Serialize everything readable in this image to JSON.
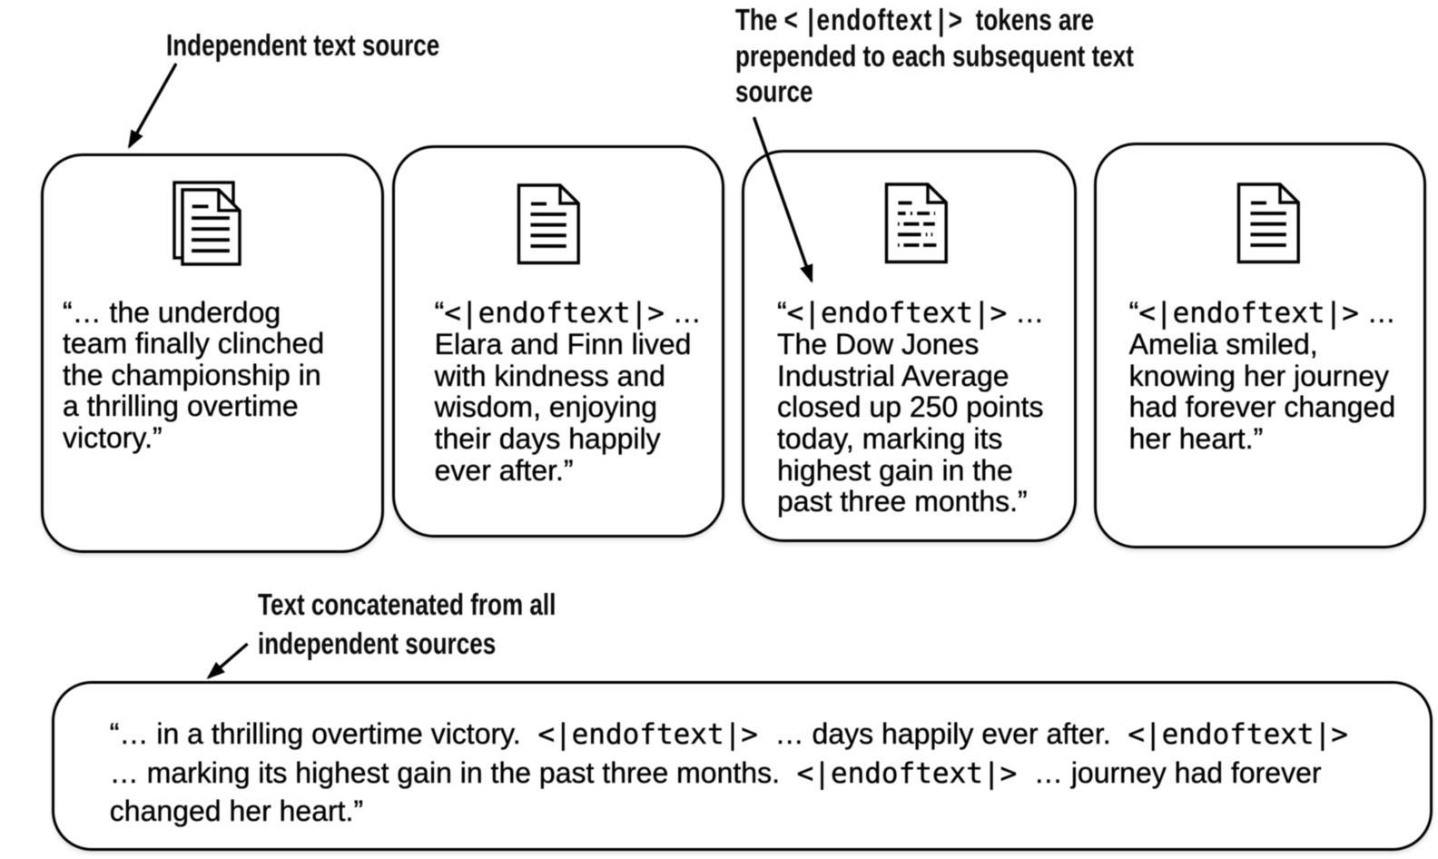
{
  "figure": {
    "annotations": {
      "independent_source": {
        "lines": [
          "Independent text source"
        ]
      },
      "eot_prepended": {
        "lines": [
          "The <|endoftext|> tokens are",
          "prepended to each subsequent text",
          "source"
        ]
      },
      "concatenated": {
        "lines": [
          "Text concatenated from all",
          "independent sources"
        ]
      }
    },
    "boxes": [
      {
        "icon": "documents-icon",
        "lines": [
          [
            {
              "t": "“… the underdog"
            }
          ],
          [
            {
              "t": "team finally clinched"
            }
          ],
          [
            {
              "t": "the championship in"
            }
          ],
          [
            {
              "t": "a thrilling overtime"
            }
          ],
          [
            {
              "t": "victory.”"
            }
          ]
        ]
      },
      {
        "icon": "document-icon",
        "lines": [
          [
            {
              "t": "“"
            },
            {
              "t": "<|endoftext|>",
              "mono": true
            },
            {
              "t": " …"
            }
          ],
          [
            {
              "t": "Elara and Finn lived"
            }
          ],
          [
            {
              "t": "with kindness and"
            }
          ],
          [
            {
              "t": "wisdom, enjoying"
            }
          ],
          [
            {
              "t": "their days happily"
            }
          ],
          [
            {
              "t": "ever after.”"
            }
          ]
        ]
      },
      {
        "icon": "document-dashed-icon",
        "lines": [
          [
            {
              "t": "“"
            },
            {
              "t": "<|endoftext|>",
              "mono": true
            },
            {
              "t": " …"
            }
          ],
          [
            {
              "t": "The Dow Jones"
            }
          ],
          [
            {
              "t": "Industrial Average"
            }
          ],
          [
            {
              "t": "closed up 250 points"
            }
          ],
          [
            {
              "t": "today, marking its"
            }
          ],
          [
            {
              "t": "highest gain in the"
            }
          ],
          [
            {
              "t": "past three months.”"
            }
          ]
        ]
      },
      {
        "icon": "document-icon",
        "lines": [
          [
            {
              "t": "“"
            },
            {
              "t": "<|endoftext|>",
              "mono": true
            },
            {
              "t": " …"
            }
          ],
          [
            {
              "t": "Amelia smiled,"
            }
          ],
          [
            {
              "t": "knowing her journey"
            }
          ],
          [
            {
              "t": "had forever changed"
            }
          ],
          [
            {
              "t": "her heart.”"
            }
          ]
        ]
      }
    ],
    "concat_box": {
      "lines": [
        [
          {
            "t": "“… in a thrilling overtime victory."
          },
          {
            "t": " <|endoftext|> ",
            "mono": true
          },
          {
            "t": "… days happily ever after."
          },
          {
            "t": " <|endoftext|>",
            "mono": true
          }
        ],
        [
          {
            "t": "… marking its highest gain in the past three months."
          },
          {
            "t": " <|endoftext|> ",
            "mono": true
          },
          {
            "t": "… journey had forever"
          }
        ],
        [
          {
            "t": "changed her heart.”"
          }
        ]
      ]
    },
    "colors": {
      "ink": "#000000",
      "background": "#ffffff"
    }
  }
}
